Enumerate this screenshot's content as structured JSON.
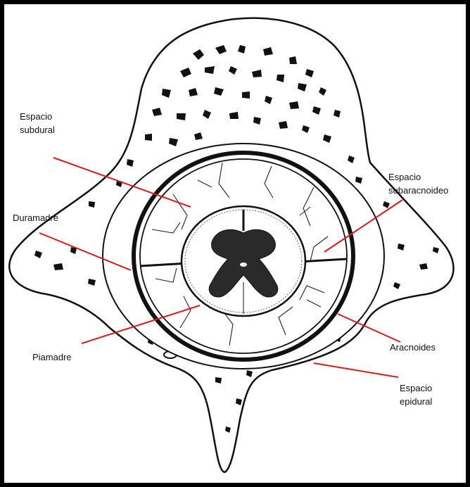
{
  "labels": {
    "subdural_1": "Espacio",
    "subdural_2": "subdural",
    "duramadre": "Duramadre",
    "piamadre": "Piamadre",
    "subaracnoideo_1": "Espacio",
    "subaracnoideo_2": "subaracnoideo",
    "aracnoides": "Aracnoides",
    "epidural_1": "Espacio",
    "epidural_2": "epidural"
  },
  "colors": {
    "leader_line": "#e01818",
    "ink": "#111111",
    "frame": "#000000",
    "background": "#ffffff"
  }
}
